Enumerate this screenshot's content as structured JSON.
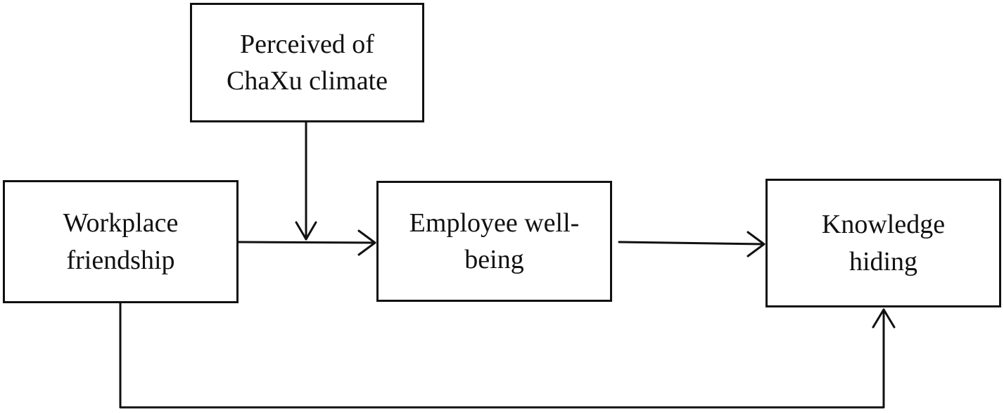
{
  "nodes": {
    "moderator": {
      "lines": [
        "Perceived of",
        "ChaXu climate"
      ]
    },
    "independent": {
      "lines": [
        "Workplace",
        "friendship"
      ]
    },
    "mediator": {
      "lines": [
        "Employee well-",
        "being"
      ]
    },
    "dependent": {
      "lines": [
        "Knowledge",
        "hiding"
      ]
    }
  },
  "edges": [
    {
      "from": "independent",
      "to": "mediator",
      "type": "arrow"
    },
    {
      "from": "moderator",
      "to": "independent-mediator path",
      "type": "moderation arrow"
    },
    {
      "from": "mediator",
      "to": "dependent",
      "type": "arrow"
    },
    {
      "from": "independent",
      "to": "dependent",
      "type": "direct path arrow"
    }
  ],
  "colors": {
    "stroke": "#111111",
    "background": "#ffffff"
  }
}
